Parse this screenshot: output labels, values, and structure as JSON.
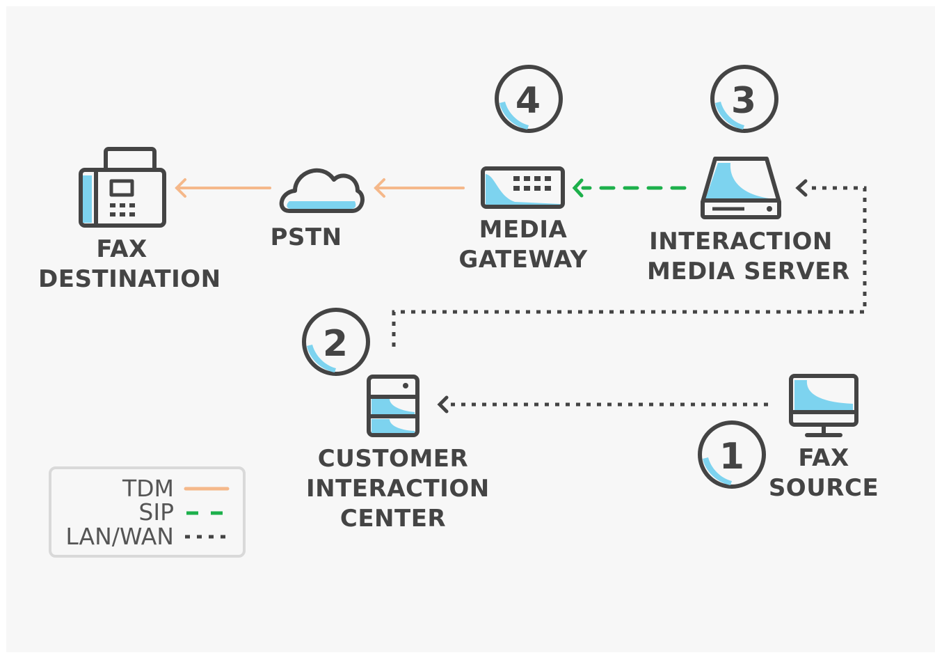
{
  "nodes": {
    "fax_destination": {
      "line1": "FAX",
      "line2": "DESTINATION"
    },
    "pstn": {
      "line1": "PSTN"
    },
    "media_gateway": {
      "line1": "MEDIA",
      "line2": "GATEWAY"
    },
    "media_server": {
      "line1": "INTERACTION",
      "line2": "MEDIA SERVER"
    },
    "cic": {
      "line1": "CUSTOMER",
      "line2": "INTERACTION",
      "line3": "CENTER"
    },
    "fax_source": {
      "line1": "FAX",
      "line2": "SOURCE"
    }
  },
  "steps": {
    "s1": "1",
    "s2": "2",
    "s3": "3",
    "s4": "4"
  },
  "legend": {
    "tdm": "TDM",
    "sip": "SIP",
    "lan": "LAN/WAN"
  },
  "colors": {
    "tdm": "#f5b88a",
    "sip": "#1db04b",
    "lan": "#444444",
    "icon_fill": "#7dd3ef",
    "stroke": "#444444"
  }
}
